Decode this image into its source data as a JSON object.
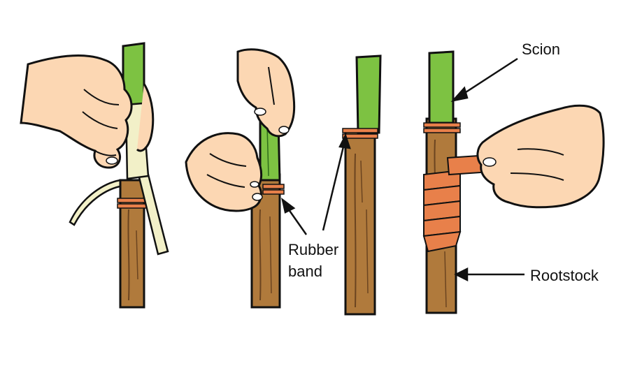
{
  "labels": {
    "scion": "Scion",
    "rubber_band_line1": "Rubber",
    "rubber_band_line2": "band",
    "rootstock": "Rootstock"
  },
  "colors": {
    "scion_green": "#7dc242",
    "stock_brown": "#b07a3c",
    "bark_dark": "#6b4420",
    "skin": "#fcd7b3",
    "band": "#e8804a",
    "cut_strip": "#f2f0c8",
    "outline": "#111111"
  }
}
